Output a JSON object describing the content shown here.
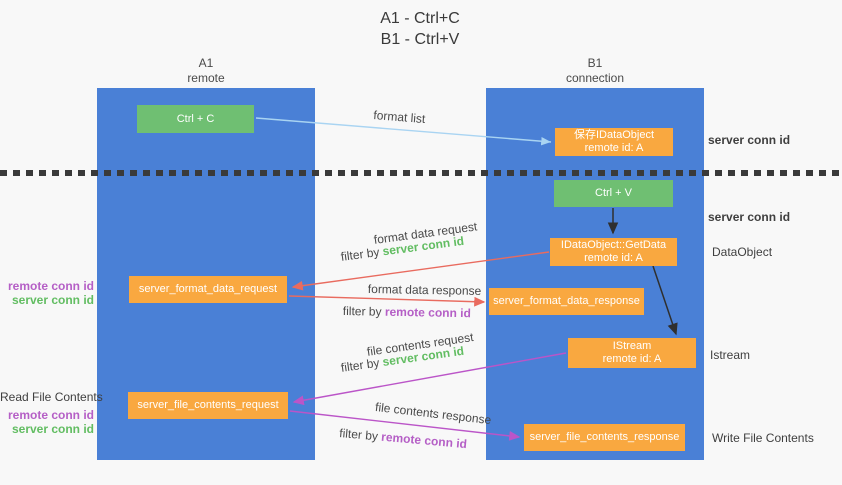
{
  "title": {
    "lines": [
      "A1 - Ctrl+C",
      "B1 - Ctrl+V"
    ]
  },
  "columns": {
    "a1": {
      "title": "A1",
      "subtitle": "remote"
    },
    "b1": {
      "title": "B1",
      "subtitle": "connection"
    }
  },
  "nodes": {
    "ctrl_c": {
      "label": "Ctrl + C"
    },
    "save_idataobject": {
      "line1": "保存IDataObject",
      "line2": "remote id: A"
    },
    "ctrl_v": {
      "label": "Ctrl + V"
    },
    "idataobject_getdata": {
      "line1": "IDataObject::GetData",
      "line2": "remote id: A"
    },
    "server_format_data_request": {
      "label": "server_format_data_request"
    },
    "server_format_data_response": {
      "label": "server_format_data_response"
    },
    "istream": {
      "line1": "IStream",
      "line2": "remote id: A"
    },
    "server_file_contents_request": {
      "label": "server_file_contents_request"
    },
    "server_file_contents_response": {
      "label": "server_file_contents_response"
    }
  },
  "arrow_labels": {
    "format_list": "format list",
    "format_data_request": "format data request",
    "format_data_response": "format data response",
    "file_contents_request": "file contents request",
    "file_contents_response": "file contents response",
    "filter_by": "filter by",
    "server_conn_id": "server conn id",
    "remote_conn_id": "remote conn id"
  },
  "side_labels": {
    "server_conn_id_top": "server conn id",
    "server_conn_id_mid": "server conn id",
    "dataobject": "DataObject",
    "istream": "Istream",
    "write_file_contents": "Write File Contents",
    "read_file_contents": "Read File Contents",
    "remote_conn_id": "remote conn id",
    "server_conn_id": "server conn id"
  },
  "colors": {
    "column_blue": "#4a80d6",
    "box_green": "#6fbf72",
    "box_orange": "#f9a840",
    "arrow_lightblue": "#a9d4f2",
    "arrow_salmon": "#e96b5f",
    "arrow_magenta": "#bb55c8",
    "arrow_dark": "#2f2f2f",
    "text_green": "#62bd62",
    "text_purple": "#b55fc6"
  }
}
